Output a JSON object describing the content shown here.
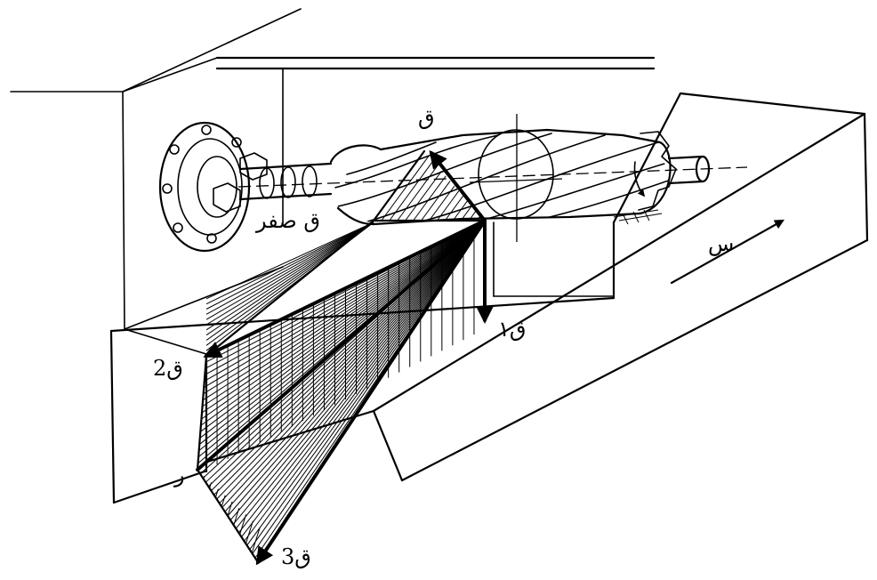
{
  "labels": {
    "q": "ق",
    "q_zero": "ق صفر",
    "q1": "ق١",
    "q2": "ق2",
    "q3": "ق3",
    "r": "ر",
    "s": "س"
  },
  "colors": {
    "ink": "#000000",
    "paper": "#ffffff"
  }
}
